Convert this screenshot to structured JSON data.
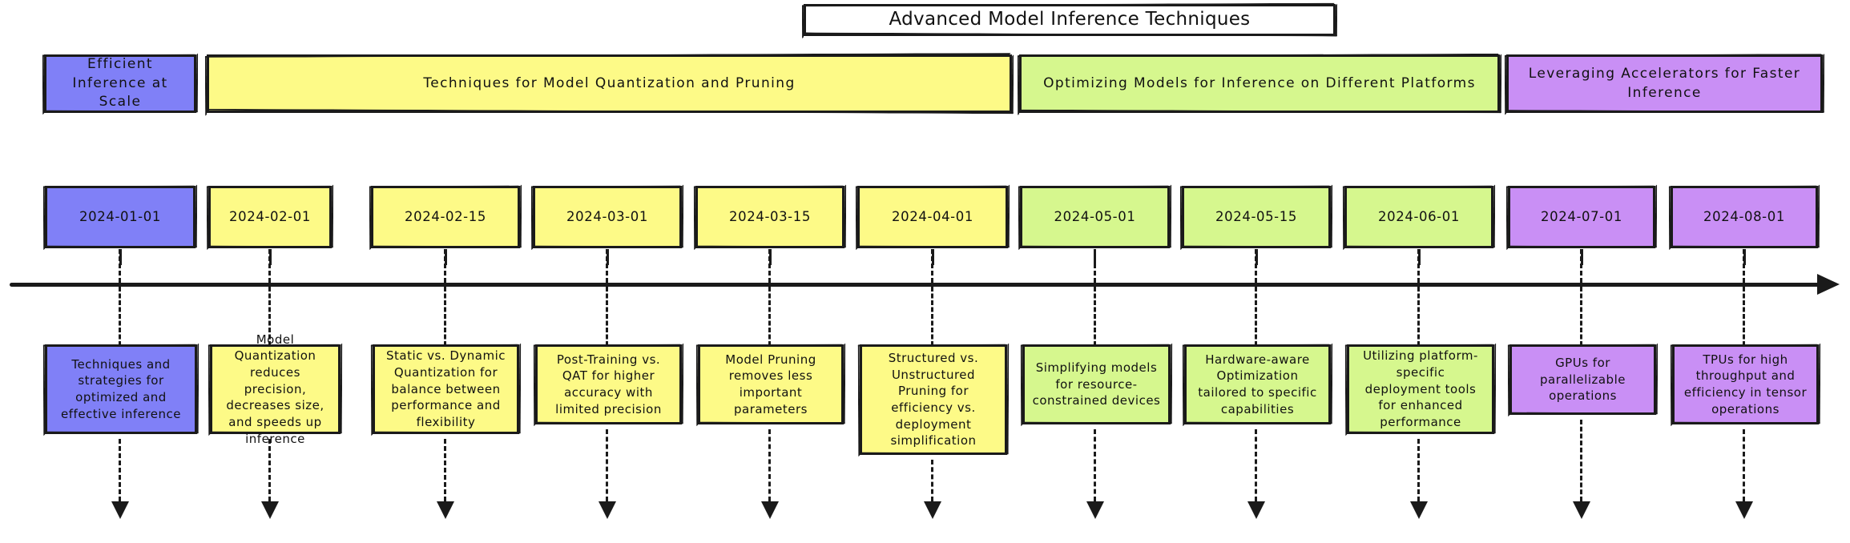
{
  "title": "Advanced Model Inference Techniques",
  "colors": {
    "blue": "#8080f7",
    "yellow": "#fdfa87",
    "green": "#d6f78e",
    "purple": "#c98ff5",
    "stroke": "#1a1a1a",
    "background": "#ffffff"
  },
  "sections": [
    {
      "label": "Efficient Inference at Scale",
      "color": "blue"
    },
    {
      "label": "Techniques for Model Quantization and Pruning",
      "color": "yellow"
    },
    {
      "label": "Optimizing Models for Inference on Different Platforms",
      "color": "green"
    },
    {
      "label": "Leveraging Accelerators for Faster Inference",
      "color": "purple"
    }
  ],
  "entries": [
    {
      "date": "2024-01-01",
      "description": "Techniques and strategies for optimized and effective inference",
      "color": "blue"
    },
    {
      "date": "2024-02-01",
      "description": "Model Quantization reduces precision, decreases size, and speeds up inference",
      "color": "yellow"
    },
    {
      "date": "2024-02-15",
      "description": "Static vs. Dynamic Quantization for balance between performance and flexibility",
      "color": "yellow"
    },
    {
      "date": "2024-03-01",
      "description": "Post-Training vs. QAT for higher accuracy with limited precision",
      "color": "yellow"
    },
    {
      "date": "2024-03-15",
      "description": "Model Pruning removes less important parameters",
      "color": "yellow"
    },
    {
      "date": "2024-04-01",
      "description": "Structured vs. Unstructured Pruning for efficiency vs. deployment simplification",
      "color": "yellow"
    },
    {
      "date": "2024-05-01",
      "description": "Simplifying models for resource-constrained devices",
      "color": "green"
    },
    {
      "date": "2024-05-15",
      "description": "Hardware-aware Optimization tailored to specific capabilities",
      "color": "green"
    },
    {
      "date": "2024-06-01",
      "description": "Utilizing platform-specific deployment tools for enhanced performance",
      "color": "green"
    },
    {
      "date": "2024-07-01",
      "description": "GPUs for parallelizable operations",
      "color": "purple"
    },
    {
      "date": "2024-08-01",
      "description": "TPUs for high throughput and efficiency in tensor operations",
      "color": "purple"
    }
  ]
}
